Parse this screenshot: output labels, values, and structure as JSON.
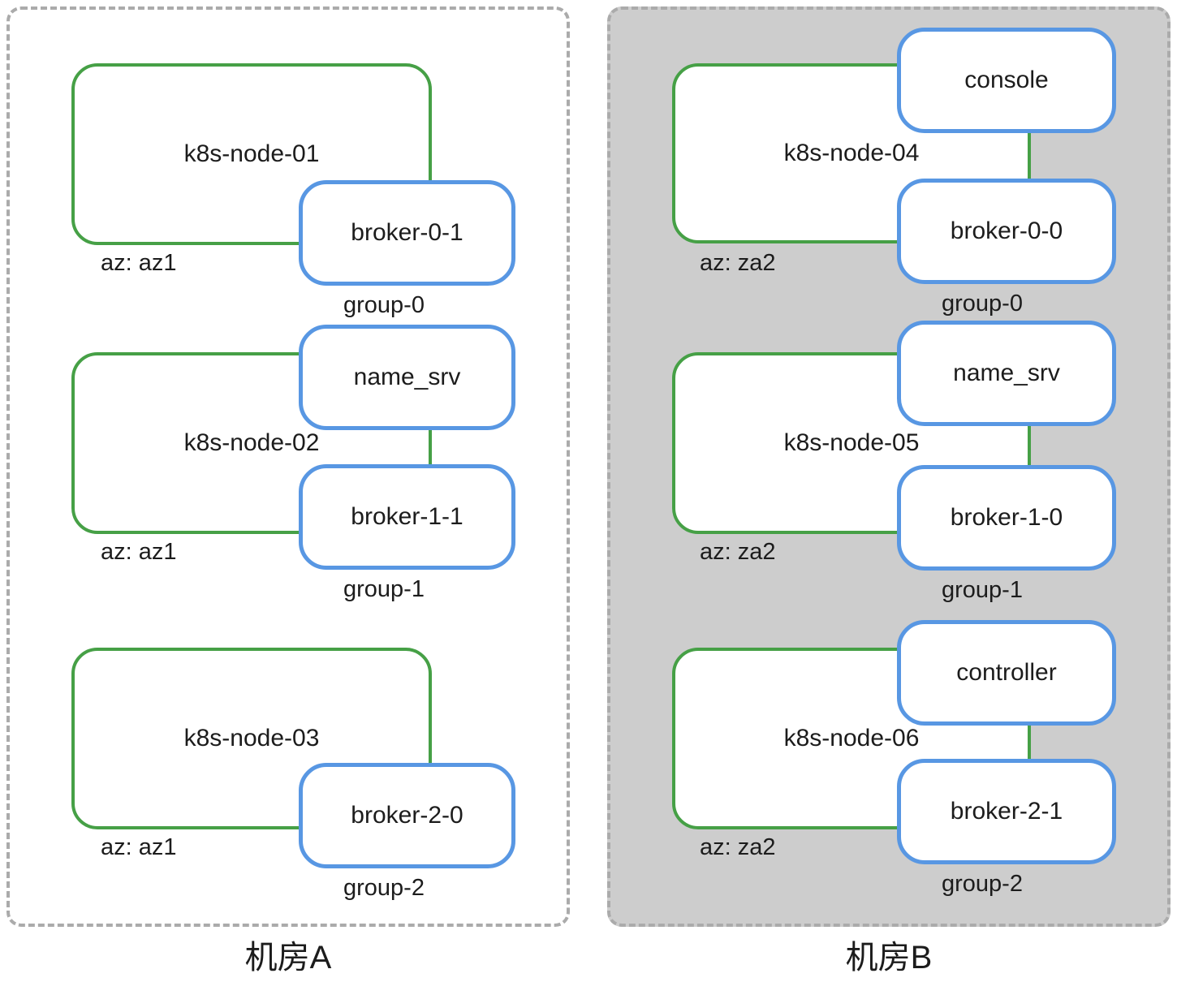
{
  "colors": {
    "node_border_green": "#46a046",
    "pod_border_blue": "#5897e3",
    "dc_b_fill_gray": "#cdcdcd",
    "dc_dashed_border": "#ababab",
    "text": "#1c1c1c"
  },
  "datacenter_a": {
    "label": "机房A",
    "rows": [
      {
        "node": "k8s-node-01",
        "az": "az: az1",
        "bottom_pod": "broker-0-1",
        "group": "group-0"
      },
      {
        "node": "k8s-node-02",
        "az": "az: az1",
        "top_pod": "name_srv",
        "bottom_pod": "broker-1-1",
        "group": "group-1"
      },
      {
        "node": "k8s-node-03",
        "az": "az: az1",
        "bottom_pod": "broker-2-0",
        "group": "group-2"
      }
    ]
  },
  "datacenter_b": {
    "label": "机房B",
    "rows": [
      {
        "node": "k8s-node-04",
        "az": "az: za2",
        "top_pod": "console",
        "bottom_pod": "broker-0-0",
        "group": "group-0"
      },
      {
        "node": "k8s-node-05",
        "az": "az: za2",
        "top_pod": "name_srv",
        "bottom_pod": "broker-1-0",
        "group": "group-1"
      },
      {
        "node": "k8s-node-06",
        "az": "az: za2",
        "top_pod": "controller",
        "bottom_pod": "broker-2-1",
        "group": "group-2"
      }
    ]
  }
}
